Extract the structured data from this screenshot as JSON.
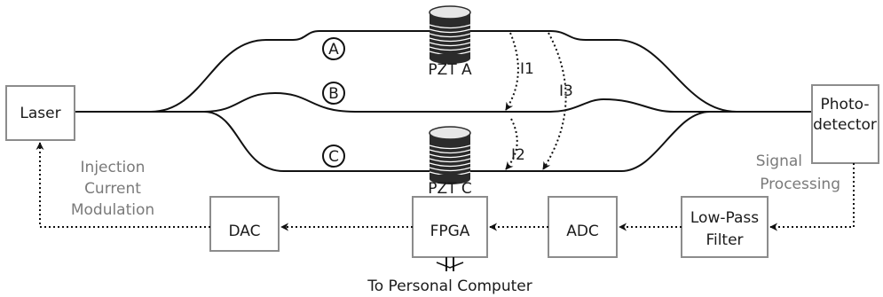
{
  "blocks": {
    "laser": "Laser",
    "photodetector_line1": "Photo-",
    "photodetector_line2": "detector",
    "dac": "DAC",
    "fpga": "FPGA",
    "adc": "ADC",
    "lowpass_line1": "Low-Pass",
    "lowpass_line2": "Filter"
  },
  "arms": {
    "a": "A",
    "b": "B",
    "c": "C"
  },
  "pzt": {
    "a": "PZT A",
    "c": "PZT C"
  },
  "interferometers": {
    "i1": "I1",
    "i2": "I2",
    "i3": "I3"
  },
  "annotations": {
    "injection_line1": "Injection",
    "injection_line2": "Current",
    "injection_line3": "Modulation",
    "signal_line1": "Signal",
    "signal_line2": "Processing",
    "computer": "To Personal Computer"
  }
}
